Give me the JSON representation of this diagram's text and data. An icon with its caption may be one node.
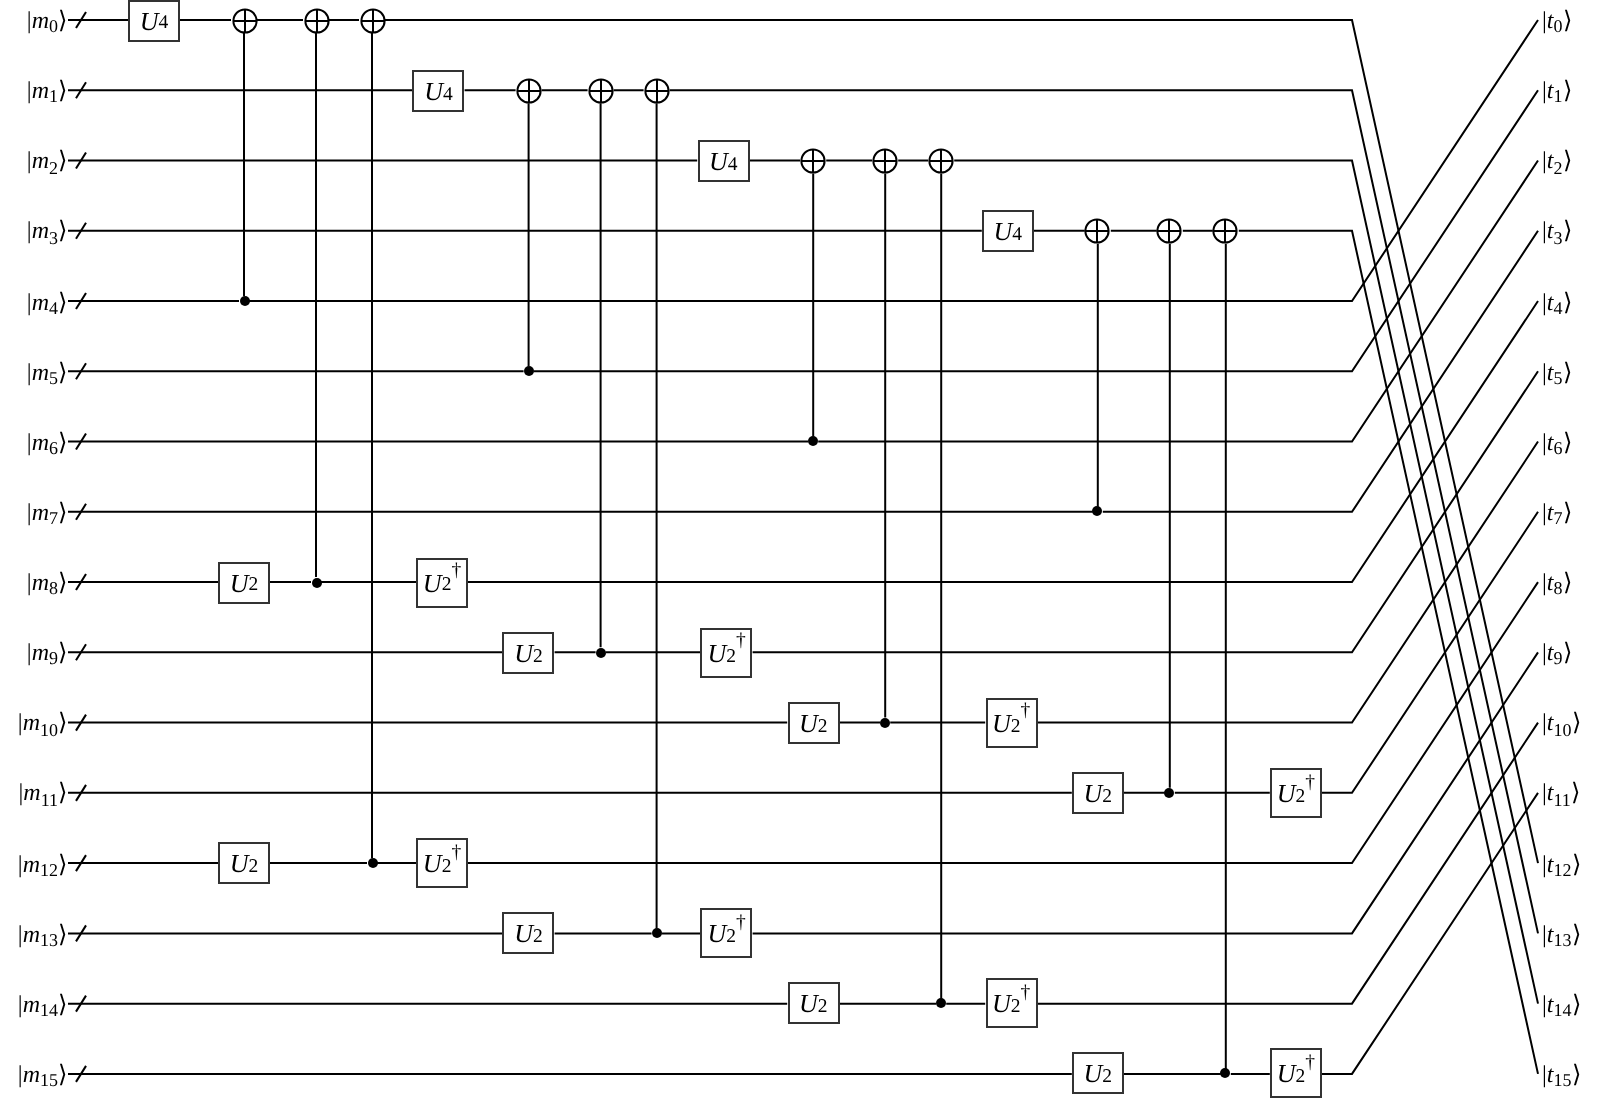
{
  "diagram": {
    "nodes": [
      {
        "text": [
          "|*m*$_{0}$⟩"
        ]
      },
      {
        "text": [
          "|*m*$_{1}$⟩"
        ]
      },
      {
        "text": [
          "|*m*$_{2}$⟩"
        ]
      },
      {
        "text": [
          "|*m*$_{3}$⟩"
        ]
      },
      {
        "text": [
          "|*m*$_{4}$⟩"
        ]
      },
      {
        "text": [
          "|*m*$_{5}$⟩"
        ]
      },
      {
        "text": [
          "|*m*$_{6}$⟩"
        ]
      },
      {
        "text": [
          "|*m*$_{7}$⟩"
        ]
      },
      {
        "text": [
          "|*m*$_{8}$⟩"
        ]
      },
      {
        "text": [
          "|*m*$_{9}$⟩"
        ]
      },
      {
        "text": [
          "|*m*$_{10}$⟩"
        ]
      },
      {
        "text": [
          "|*m*$_{11}$⟩"
        ]
      },
      {
        "text": [
          "|*m*$_{12}$⟩"
        ]
      },
      {
        "text": [
          "|*m*$_{13}$⟩"
        ]
      },
      {
        "text": [
          "|*m*$_{14}$⟩"
        ]
      },
      {
        "text": [
          "|*m*$_{15}$⟩"
        ]
      },
      {
        "text": [
          "|*t*$_{0}$⟩"
        ]
      },
      {
        "text": [
          "|*t*$_{1}$⟩"
        ]
      },
      {
        "text": [
          "|*t*$_{2}$⟩"
        ]
      },
      {
        "text": [
          "|*t*$_{3}$⟩"
        ]
      },
      {
        "text": [
          "|*t*$_{4}$⟩"
        ]
      },
      {
        "text": [
          "|*t*$_{5}$⟩"
        ]
      },
      {
        "text": [
          "|*t*$_{6}$⟩"
        ]
      },
      {
        "text": [
          "|*t*$_{7}$⟩"
        ]
      },
      {
        "text": [
          "|*t*$_{8}$⟩"
        ]
      },
      {
        "text": [
          "|*t*$_{9}$⟩"
        ]
      },
      {
        "text": [
          "|*t*$_{10}$⟩"
        ]
      },
      {
        "text": [
          "|*t*$_{11}$⟩"
        ]
      },
      {
        "text": [
          "|*t*$_{12}$⟩"
        ]
      },
      {
        "text": [
          "|*t*$_{13}$⟩"
        ]
      },
      {
        "text": [
          "|*t*$_{14}$⟩"
        ]
      },
      {
        "text": [
          "|*t*$_{15}$⟩"
        ]
      },
      {
        "text": [
          "*U*$_{4}$"
        ]
      },
      {
        "text": [],
        "shape": "circle"
      },
      {
        "text": [],
        "shape": "circle"
      },
      {
        "text": [],
        "shape": "circle"
      },
      {
        "text": [],
        "shape": "dot"
      },
      {
        "text": [],
        "shape": "dot"
      },
      {
        "text": [],
        "shape": "dot"
      },
      {
        "text": [
          "*U*$_{2}$"
        ]
      },
      {
        "text": [
          "*U*$_{2}$"
        ]
      },
      {
        "text": [
          "*U*$_{2}$$^{†}$"
        ]
      },
      {
        "text": [
          "*U*$_{2}$$^{†}$"
        ]
      },
      {
        "text": [
          "*U*$_{4}$"
        ]
      },
      {
        "text": [],
        "shape": "circle"
      },
      {
        "text": [],
        "shape": "circle"
      },
      {
        "text": [],
        "shape": "circle"
      },
      {
        "text": [],
        "shape": "dot"
      },
      {
        "text": [],
        "shape": "dot"
      },
      {
        "text": [],
        "shape": "dot"
      },
      {
        "text": [
          "*U*$_{2}$"
        ]
      },
      {
        "text": [
          "*U*$_{2}$"
        ]
      },
      {
        "text": [
          "*U*$_{2}$$^{†}$"
        ]
      },
      {
        "text": [
          "*U*$_{2}$$^{†}$"
        ]
      },
      {
        "text": [
          "*U*$_{4}$"
        ]
      },
      {
        "text": [],
        "shape": "circle"
      },
      {
        "text": [],
        "shape": "circle"
      },
      {
        "text": [],
        "shape": "circle"
      },
      {
        "text": [],
        "shape": "dot"
      },
      {
        "text": [],
        "shape": "dot"
      },
      {
        "text": [],
        "shape": "dot"
      },
      {
        "text": [
          "*U*$_{2}$"
        ]
      },
      {
        "text": [
          "*U*$_{2}$"
        ]
      },
      {
        "text": [
          "*U*$_{2}$$^{†}$"
        ]
      },
      {
        "text": [
          "*U*$_{2}$$^{†}$"
        ]
      },
      {
        "text": [
          "*U*$_{4}$"
        ]
      },
      {
        "text": [],
        "shape": "circle"
      },
      {
        "text": [],
        "shape": "circle"
      },
      {
        "text": [],
        "shape": "circle"
      },
      {
        "text": [],
        "shape": "dot"
      },
      {
        "text": [],
        "shape": "dot"
      },
      {
        "text": [],
        "shape": "dot"
      },
      {
        "text": [
          "*U*$_{2}$"
        ]
      },
      {
        "text": [
          "*U*$_{2}$"
        ]
      },
      {
        "text": [
          "*U*$_{2}$$^{†}$"
        ]
      },
      {
        "text": [
          "*U*$_{2}$$^{†}$"
        ]
      }
    ],
    "edges": [
      {
        "from": 0,
        "to": 32,
        "arrow": "none"
      },
      {
        "from": 32,
        "to": 33,
        "arrow": "none"
      },
      {
        "from": 33,
        "to": 34,
        "arrow": "none"
      },
      {
        "from": 34,
        "to": 35,
        "arrow": "none"
      },
      {
        "from": 35,
        "to": 28,
        "arrow": "none"
      },
      {
        "from": 4,
        "to": 36,
        "arrow": "none"
      },
      {
        "from": 36,
        "to": 16,
        "arrow": "none"
      },
      {
        "from": 8,
        "to": 39,
        "arrow": "none"
      },
      {
        "from": 39,
        "to": 37,
        "arrow": "none"
      },
      {
        "from": 37,
        "to": 41,
        "arrow": "none"
      },
      {
        "from": 41,
        "to": 20,
        "arrow": "none"
      },
      {
        "from": 12,
        "to": 40,
        "arrow": "none"
      },
      {
        "from": 40,
        "to": 38,
        "arrow": "none"
      },
      {
        "from": 38,
        "to": 42,
        "arrow": "none"
      },
      {
        "from": 42,
        "to": 24,
        "arrow": "none"
      },
      {
        "from": 36,
        "to": 33,
        "arrow": "none"
      },
      {
        "from": 37,
        "to": 34,
        "arrow": "none"
      },
      {
        "from": 38,
        "to": 35,
        "arrow": "none"
      },
      {
        "from": 1,
        "to": 43,
        "arrow": "none"
      },
      {
        "from": 43,
        "to": 44,
        "arrow": "none"
      },
      {
        "from": 44,
        "to": 45,
        "arrow": "none"
      },
      {
        "from": 45,
        "to": 46,
        "arrow": "none"
      },
      {
        "from": 46,
        "to": 29,
        "arrow": "none"
      },
      {
        "from": 5,
        "to": 47,
        "arrow": "none"
      },
      {
        "from": 47,
        "to": 17,
        "arrow": "none"
      },
      {
        "from": 9,
        "to": 50,
        "arrow": "none"
      },
      {
        "from": 50,
        "to": 48,
        "arrow": "none"
      },
      {
        "from": 48,
        "to": 52,
        "arrow": "none"
      },
      {
        "from": 52,
        "to": 21,
        "arrow": "none"
      },
      {
        "from": 13,
        "to": 51,
        "arrow": "none"
      },
      {
        "from": 51,
        "to": 49,
        "arrow": "none"
      },
      {
        "from": 49,
        "to": 53,
        "arrow": "none"
      },
      {
        "from": 53,
        "to": 25,
        "arrow": "none"
      },
      {
        "from": 47,
        "to": 44,
        "arrow": "none"
      },
      {
        "from": 48,
        "to": 45,
        "arrow": "none"
      },
      {
        "from": 49,
        "to": 46,
        "arrow": "none"
      },
      {
        "from": 2,
        "to": 54,
        "arrow": "none"
      },
      {
        "from": 54,
        "to": 55,
        "arrow": "none"
      },
      {
        "from": 55,
        "to": 56,
        "arrow": "none"
      },
      {
        "from": 56,
        "to": 57,
        "arrow": "none"
      },
      {
        "from": 57,
        "to": 30,
        "arrow": "none"
      },
      {
        "from": 6,
        "to": 58,
        "arrow": "none"
      },
      {
        "from": 58,
        "to": 18,
        "arrow": "none"
      },
      {
        "from": 10,
        "to": 61,
        "arrow": "none"
      },
      {
        "from": 61,
        "to": 59,
        "arrow": "none"
      },
      {
        "from": 59,
        "to": 63,
        "arrow": "none"
      },
      {
        "from": 63,
        "to": 22,
        "arrow": "none"
      },
      {
        "from": 14,
        "to": 62,
        "arrow": "none"
      },
      {
        "from": 62,
        "to": 60,
        "arrow": "none"
      },
      {
        "from": 60,
        "to": 64,
        "arrow": "none"
      },
      {
        "from": 64,
        "to": 26,
        "arrow": "none"
      },
      {
        "from": 58,
        "to": 55,
        "arrow": "none"
      },
      {
        "from": 59,
        "to": 56,
        "arrow": "none"
      },
      {
        "from": 60,
        "to": 57,
        "arrow": "none"
      },
      {
        "from": 3,
        "to": 65,
        "arrow": "none"
      },
      {
        "from": 65,
        "to": 66,
        "arrow": "none"
      },
      {
        "from": 66,
        "to": 67,
        "arrow": "none"
      },
      {
        "from": 67,
        "to": 68,
        "arrow": "none"
      },
      {
        "from": 68,
        "to": 31,
        "arrow": "none"
      },
      {
        "from": 7,
        "to": 69,
        "arrow": "none"
      },
      {
        "from": 69,
        "to": 19,
        "arrow": "none"
      },
      {
        "from": 11,
        "to": 72,
        "arrow": "none"
      },
      {
        "from": 72,
        "to": 70,
        "arrow": "none"
      },
      {
        "from": 70,
        "to": 74,
        "arrow": "none"
      },
      {
        "from": 74,
        "to": 23,
        "arrow": "none"
      },
      {
        "from": 15,
        "to": 73,
        "arrow": "none"
      },
      {
        "from": 73,
        "to": 71,
        "arrow": "none"
      },
      {
        "from": 71,
        "to": 75,
        "arrow": "none"
      },
      {
        "from": 75,
        "to": 27,
        "arrow": "none"
      },
      {
        "from": 69,
        "to": 66,
        "arrow": "none"
      },
      {
        "from": 70,
        "to": 67,
        "arrow": "none"
      },
      {
        "from": 71,
        "to": 68,
        "arrow": "none"
      }
    ]
  }
}
